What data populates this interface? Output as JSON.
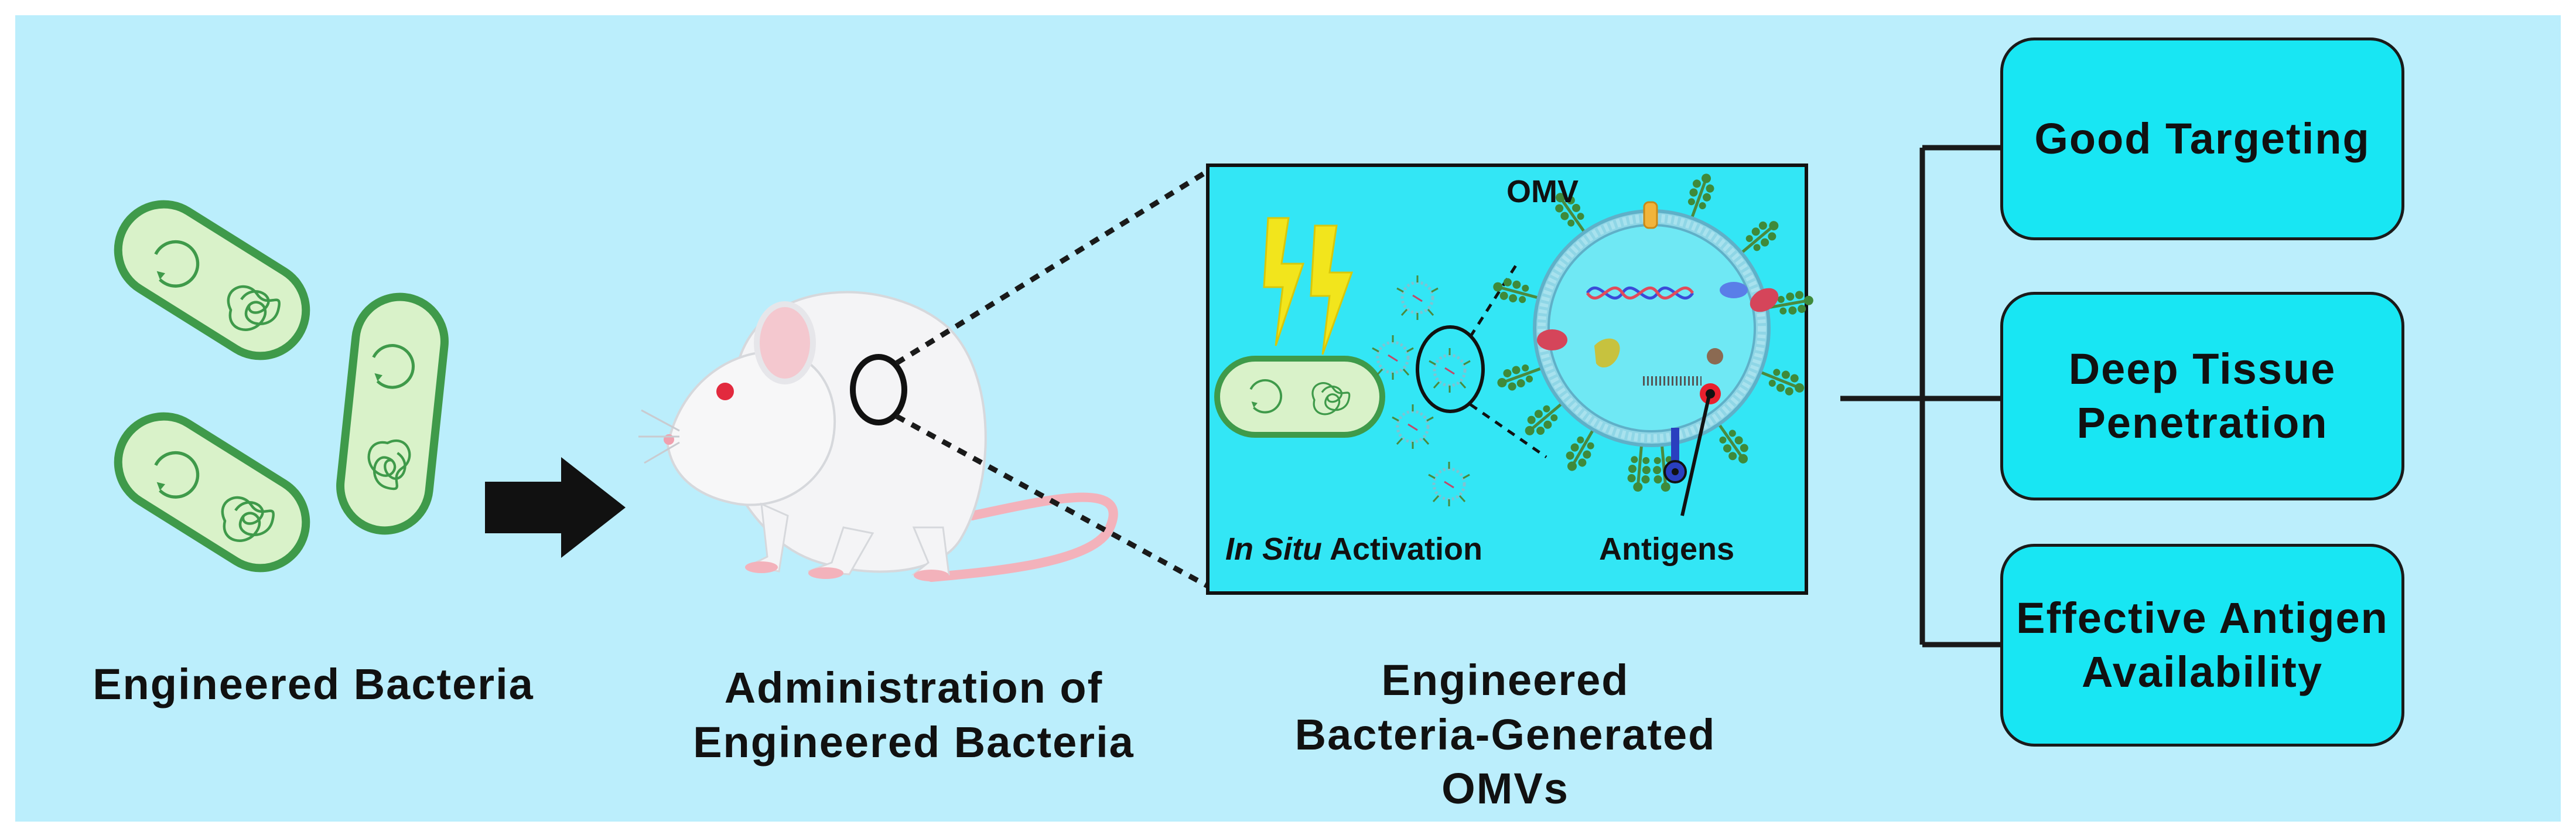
{
  "labels": {
    "engineered_bacteria": "Engineered Bacteria",
    "administration_line1": "Administration of",
    "administration_line2": "Engineered Bacteria",
    "omvs_line1": "Engineered",
    "omvs_line2": "Bacteria-Generated",
    "omvs_line3": "OMVs"
  },
  "inset": {
    "omv_label": "OMV",
    "activation_italic": "In Situ",
    "activation_rest": " Activation",
    "antigens_label": "Antigens"
  },
  "benefits": [
    {
      "text": "Good Targeting"
    },
    {
      "text": "Deep Tissue\nPenetration"
    },
    {
      "text": "Effective Antigen\nAvailability"
    }
  ],
  "colors": {
    "background": "#bbeefc",
    "inset_fill": "#33e6f5",
    "benefit_fill": "#18e6f3",
    "bacteria_fill": "#d9f2c9",
    "bacteria_stroke": "#3f9a4a",
    "lightning": "#f2e51c",
    "spike": "#3f8a3a"
  },
  "icons": [
    "bacteria-icon",
    "arrow-right-icon",
    "mouse-icon",
    "lightning-icon",
    "omv-vesicle-icon",
    "dna-icon",
    "antigen-icon"
  ]
}
